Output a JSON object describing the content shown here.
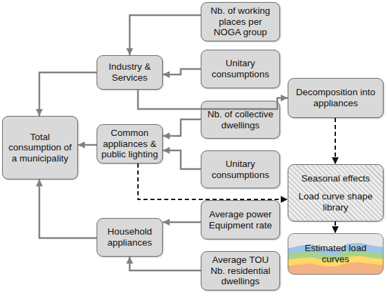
{
  "diagram": {
    "nodes": [
      {
        "text": [
          "Nb. of working places per NOGA group"
        ]
      },
      {
        "text": [
          "Industry & Services"
        ]
      },
      {
        "text": [
          "Unitary consumptions"
        ]
      },
      {
        "text": [
          "Decomposition into appliances"
        ]
      },
      {
        "text": [
          "Total consumption of a municipality"
        ]
      },
      {
        "text": [
          "Nb. of collective dwellings"
        ]
      },
      {
        "text": [
          "Common appliances & public lighting"
        ]
      },
      {
        "text": [
          "Unitary consumptions"
        ]
      },
      {
        "text": [
          "Seasonal effects",
          "Load curve shape library"
        ]
      },
      {
        "text": [
          "Household appliances"
        ]
      },
      {
        "text": [
          "Average power Equipment rate"
        ]
      },
      {
        "text": [
          "Estimated load curves"
        ]
      },
      {
        "text": [
          "Average TOU Nb. residential dwellings"
        ]
      }
    ],
    "edges": [
      {
        "from": 0,
        "to": 1,
        "arrow": "to"
      },
      {
        "from": 2,
        "to": 1,
        "arrow": "to"
      },
      {
        "from": 1,
        "to": 4,
        "arrow": "to"
      },
      {
        "from": 1,
        "to": 3,
        "arrow": "to"
      },
      {
        "from": 5,
        "to": 6,
        "arrow": "to"
      },
      {
        "from": 7,
        "to": 6,
        "arrow": "to"
      },
      {
        "from": 6,
        "to": 4,
        "arrow": "to"
      },
      {
        "from": 9,
        "to": 4,
        "arrow": "to"
      },
      {
        "from": 10,
        "to": 9,
        "arrow": "to"
      },
      {
        "from": 12,
        "to": 9,
        "arrow": "to"
      },
      {
        "from": 3,
        "to": 8,
        "arrow": "to"
      },
      {
        "from": 6,
        "to": 8,
        "arrow": "to"
      },
      {
        "from": 8,
        "to": 11,
        "arrow": "to"
      }
    ]
  }
}
